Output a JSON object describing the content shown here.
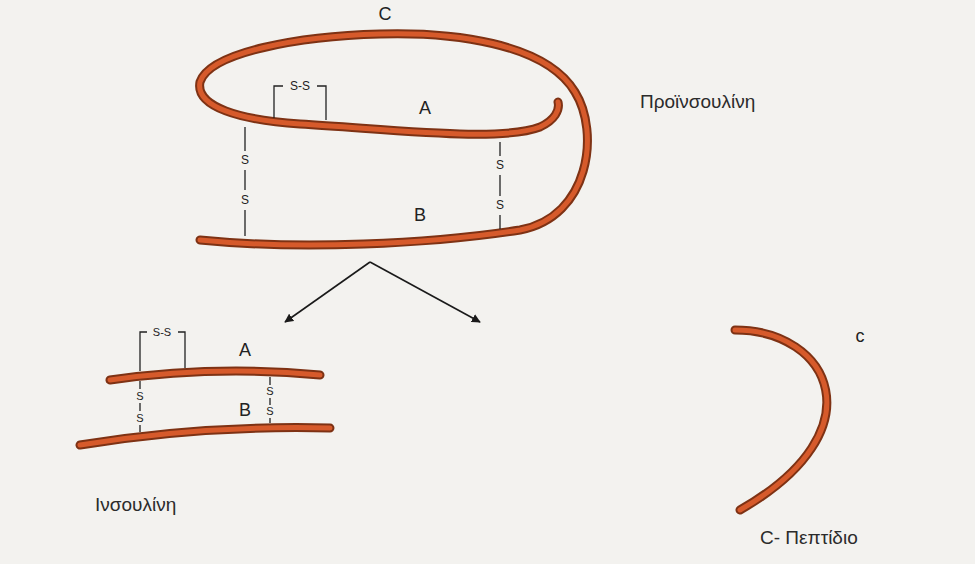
{
  "diagram": {
    "nodes": [
      {
        "text": [
          "Προϊνσουλίνη"
        ]
      },
      {
        "text": [
          "Ινσουλίνη"
        ]
      },
      {
        "text": [
          "C- Πεπτίδιο"
        ]
      }
    ],
    "edges": [
      {
        "from": 0,
        "to": 1,
        "arrow": "to"
      },
      {
        "from": 0,
        "to": 2,
        "arrow": "to"
      }
    ],
    "labels": [
      "C",
      "A",
      "B",
      "S-S",
      "S",
      "S",
      "S",
      "S",
      "A",
      "B",
      "S-S",
      "S",
      "S",
      "S",
      "S",
      "c"
    ]
  }
}
